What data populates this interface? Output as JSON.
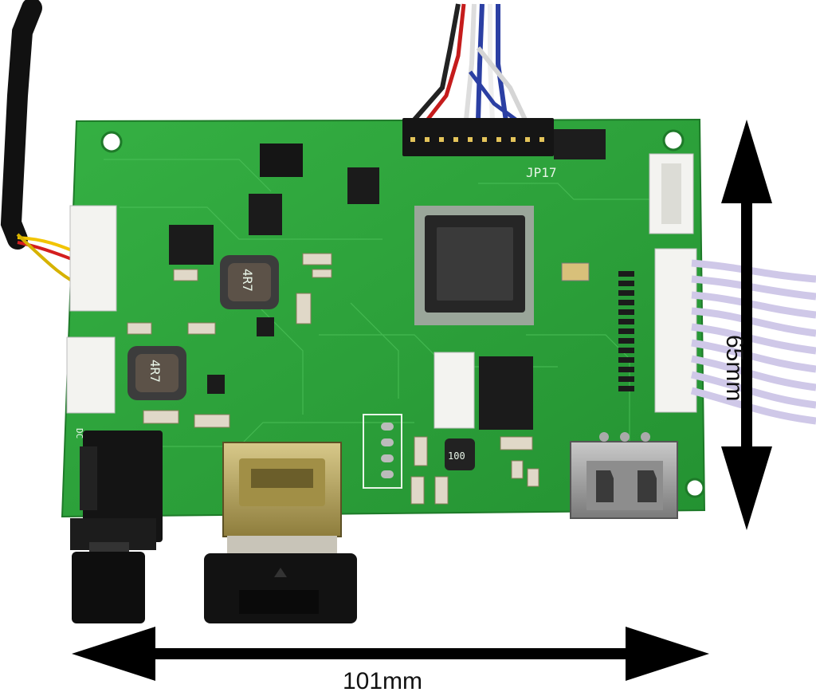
{
  "dimensions": {
    "width_label": "101mm",
    "height_label": "65mm"
  },
  "board_markings": {
    "inductor_1": "4R7",
    "inductor_2": "4R7",
    "small_inductor": "100",
    "header_label": "JP17",
    "dc_label": "DC"
  },
  "colors": {
    "pcb_green": "#2fa83c",
    "arrow": "#000000"
  }
}
